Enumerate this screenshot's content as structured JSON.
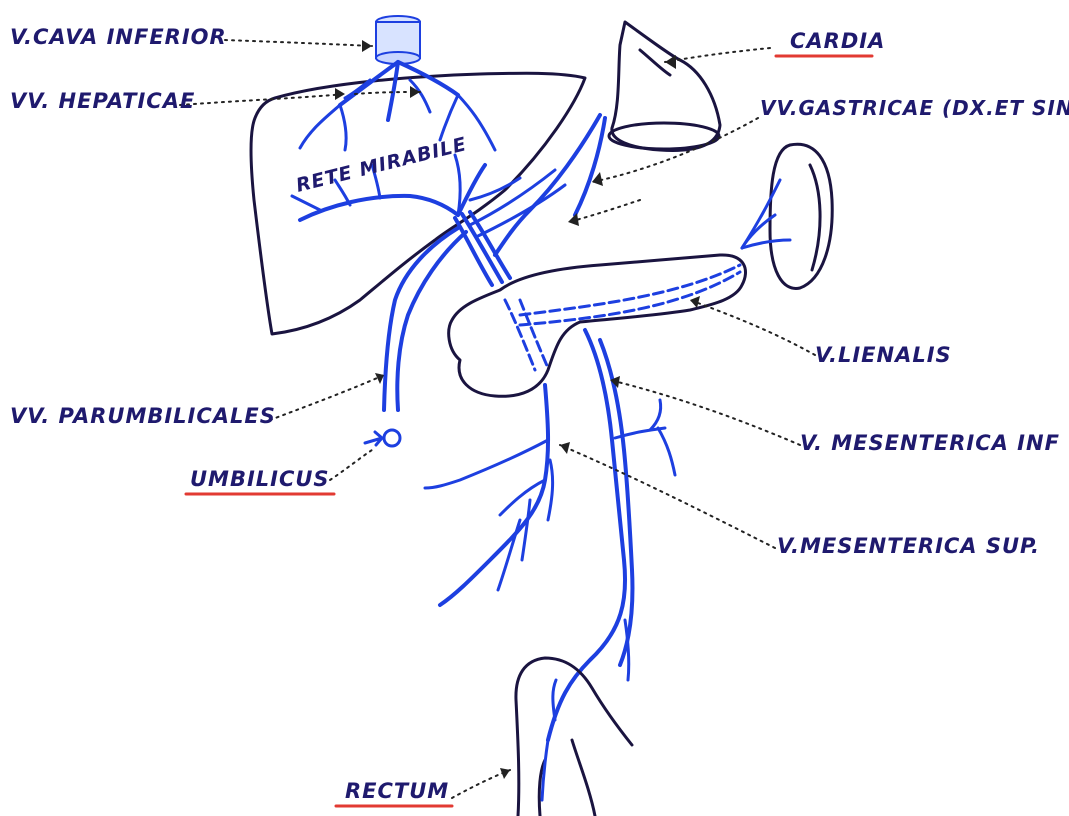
{
  "labels": {
    "v_cava_inferior": "V.CAVA INFERIOR",
    "cardia": "CARDIA",
    "vv_hepaticae": "VV. HEPATICAE",
    "vv_gastricae": "VV.GASTRICAE (DX.ET SIN.",
    "rete_mirabile": "RETE MIRABILE",
    "v_lienalis": "V.LIENALIS",
    "vv_parumbilicales": "VV. PARUMBILICALES",
    "umbilicus": "UMBILICUS",
    "v_mesenterica_inf": "V. MESENTERICA INF",
    "v_mesenterica_sup": "V.MESENTERICA SUP.",
    "rectum": "RECTUM"
  },
  "colors": {
    "vein": "#1d3fe0",
    "outline": "#1a1440",
    "label_text": "#1f1a6e",
    "underline": "#e23a32"
  }
}
